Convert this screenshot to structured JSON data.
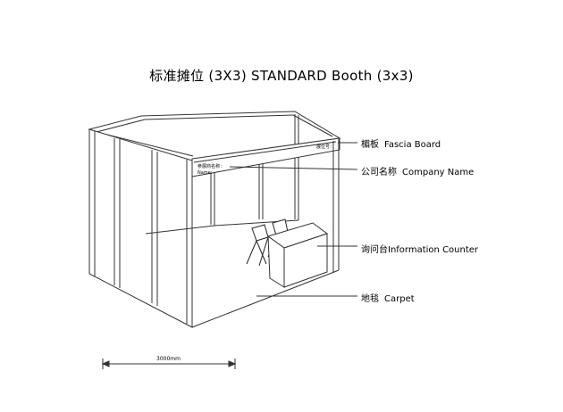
{
  "title": "标准摊位 (3X3)   STANDARD Booth  (3x3)",
  "labels": {
    "fascia": {
      "cn": "楣板",
      "en": "Fascia Board"
    },
    "company": {
      "cn": "公司名称",
      "en": "Company Name"
    },
    "counter": {
      "cn": "询问台",
      "en": "Information Counter"
    },
    "carpet": {
      "cn": "地毯",
      "en": "Carpet"
    }
  },
  "fascia_text": {
    "company_cn": "参展商名称：",
    "company_en": "Name:",
    "booth_no": "展位号："
  },
  "dimension": "3000mm"
}
